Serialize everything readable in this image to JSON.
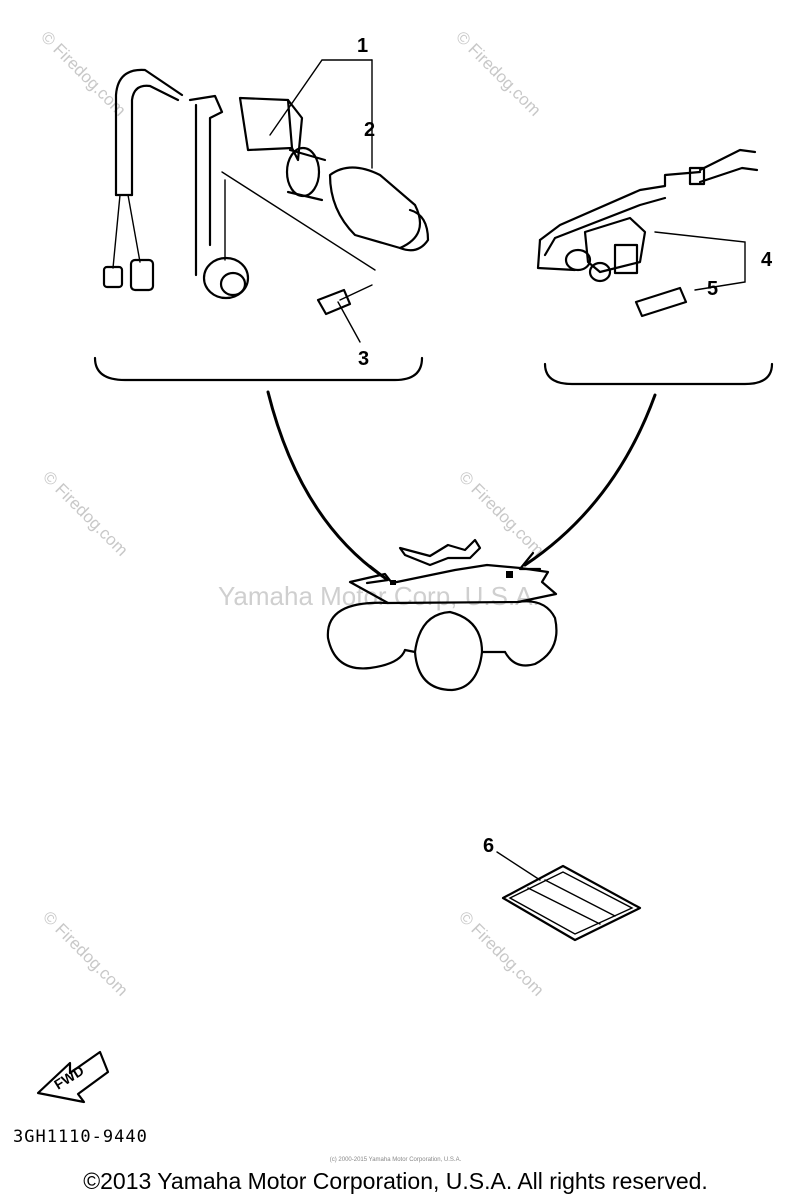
{
  "diagram": {
    "callouts": [
      "1",
      "2",
      "3",
      "4",
      "5",
      "6"
    ],
    "fwd_label": "FWD",
    "watermark_text": "© Firedog.com",
    "corp_watermark": "Yamaha Motor Corp, U.S.A."
  },
  "footer": {
    "part_number": "3GH1110-9440",
    "fine_print": "(c) 2000-2015 Yamaha Motor Corporation, U.S.A.",
    "copyright": "©2013 Yamaha Motor Corporation, U.S.A. All rights reserved."
  }
}
